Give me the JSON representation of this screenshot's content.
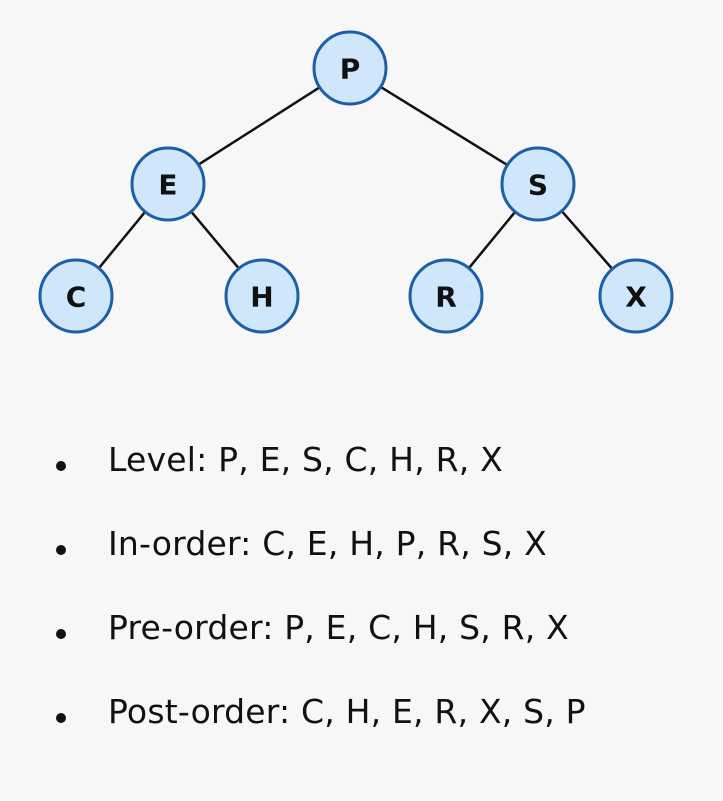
{
  "tree": {
    "nodes": [
      {
        "id": "P",
        "label": "P"
      },
      {
        "id": "E",
        "label": "E"
      },
      {
        "id": "S",
        "label": "S"
      },
      {
        "id": "C",
        "label": "C"
      },
      {
        "id": "H",
        "label": "H"
      },
      {
        "id": "R",
        "label": "R"
      },
      {
        "id": "X",
        "label": "X"
      }
    ],
    "edges": [
      [
        "P",
        "E"
      ],
      [
        "P",
        "S"
      ],
      [
        "E",
        "C"
      ],
      [
        "E",
        "H"
      ],
      [
        "S",
        "R"
      ],
      [
        "S",
        "X"
      ]
    ],
    "colors": {
      "node_fill": "#cfe6fb",
      "node_border": "#1c5fa8",
      "edge": "#111111"
    }
  },
  "traversals": [
    {
      "text": "Level: P, E, S, C, H, R, X"
    },
    {
      "text": "In-order: C, E, H, P, R, S, X"
    },
    {
      "text": "Pre-order: P, E, C, H, S, R, X"
    },
    {
      "text": "Post-order: C, H, E, R, X, S, P"
    }
  ]
}
